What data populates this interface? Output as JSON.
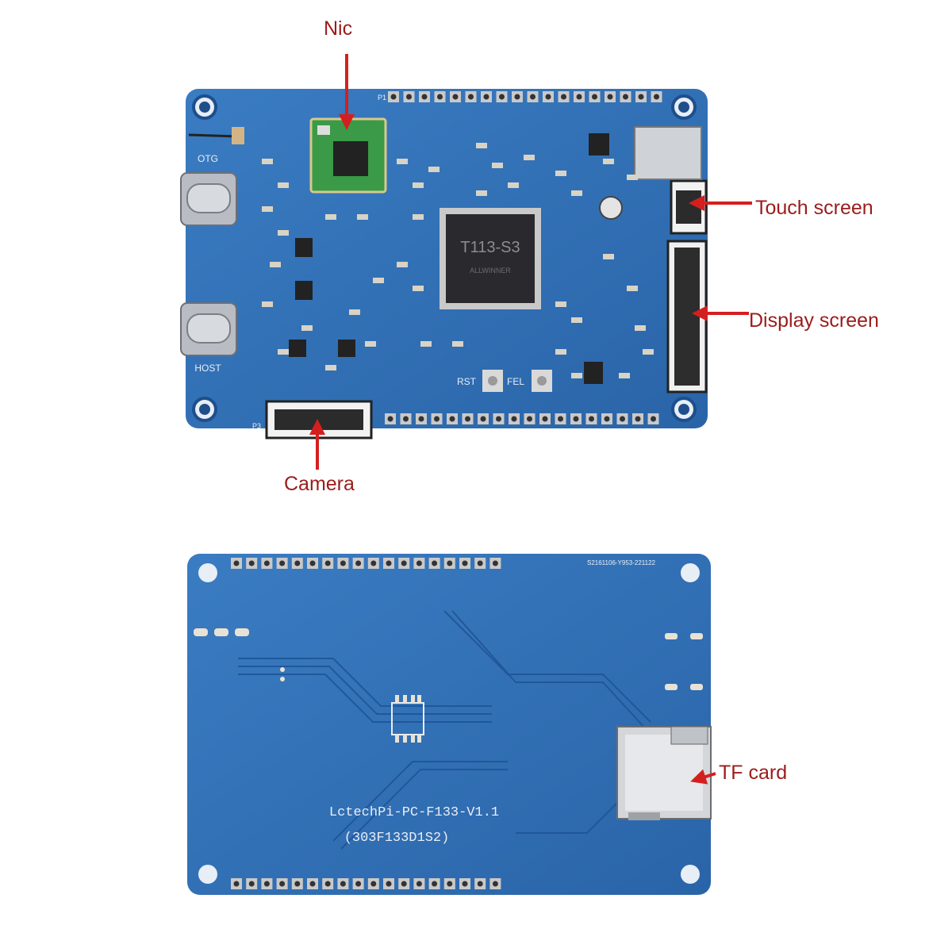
{
  "top_board": {
    "otg_label": "OTG",
    "host_label": "HOST",
    "rst_label": "RST",
    "fel_label": "FEL",
    "chip_label": "T113-S3",
    "chip_sub": "ALLWINNER",
    "header_label": "P1",
    "cam_connector_label": "P3"
  },
  "bottom_board": {
    "board_name": "LctechPi-PC-F133-V1.1",
    "board_code": "(303F133D1S2)",
    "serial": "S2161106-Y953-221122"
  },
  "callouts": {
    "nic": "Nic",
    "touch_screen": "Touch screen",
    "display_screen": "Display screen",
    "camera": "Camera",
    "tf_card": "TF card"
  },
  "colors": {
    "pcb_blue": "#2f6fb5",
    "pcb_dark": "#1f5597",
    "arrow_red": "#d41f1f",
    "label_red": "#9b1c1c"
  }
}
